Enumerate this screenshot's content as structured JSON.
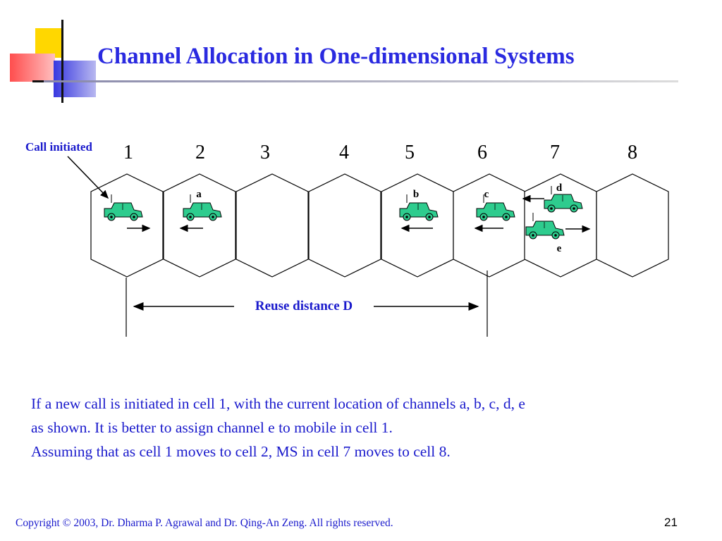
{
  "slide": {
    "title": "Channel Allocation in One-dimensional Systems",
    "page_number": "21",
    "copyright": "Copyright © 2003, Dr. Dharma P. Agrawal and Dr. Qing-An Zeng. All rights reserved."
  },
  "diagram": {
    "call_label": "Call initiated",
    "cell_numbers": [
      "1",
      "2",
      "3",
      "4",
      "5",
      "6",
      "7",
      "8"
    ],
    "channel_labels": {
      "a": "a",
      "b": "b",
      "c": "c",
      "d": "d",
      "e": "e"
    },
    "reuse_label": "Reuse distance D",
    "colors": {
      "car": "#2ecc8e",
      "title": "#2a2ae0",
      "reuse_text": "#1a1acc"
    }
  },
  "body": {
    "lines": [
      "If a new call is initiated in cell 1, with the current location of channels a, b, c, d, e",
      "as shown. It is better to assign channel e to mobile in cell 1.",
      "Assuming that as cell 1 moves to cell 2, MS in cell 7 moves to cell 8."
    ]
  }
}
